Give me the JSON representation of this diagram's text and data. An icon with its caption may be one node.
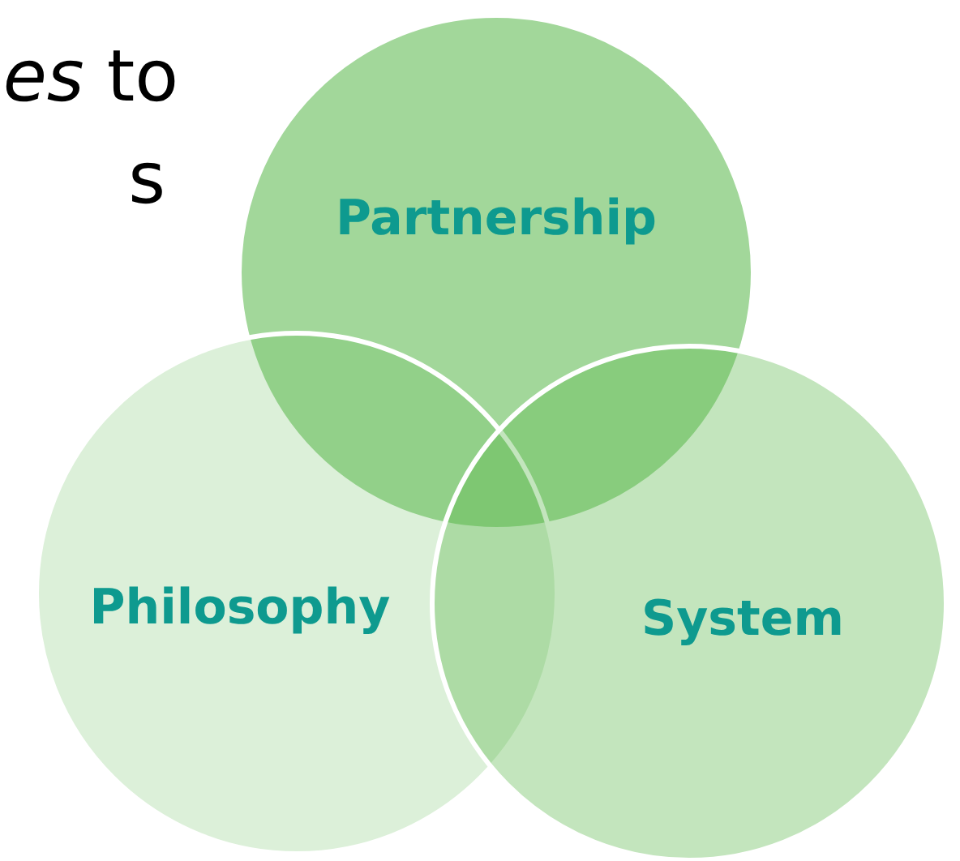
{
  "diagram": {
    "nodes": [
      {
        "text": [
          "Partnership"
        ]
      },
      {
        "text": [
          "Philosophy"
        ]
      },
      {
        "text": [
          "System"
        ]
      }
    ],
    "labels": [
      "*es* to",
      "s"
    ]
  }
}
